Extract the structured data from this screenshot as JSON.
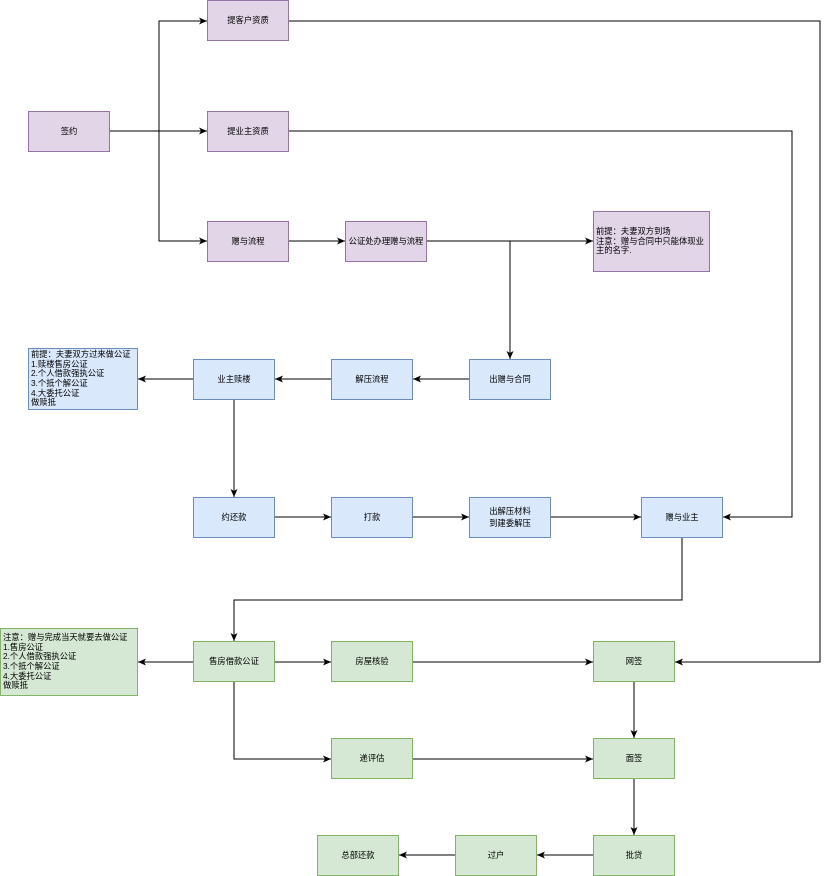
{
  "diagram": {
    "nodes": {
      "client_qualification": "提客户资质",
      "sign_contract": "签约",
      "owner_qualification": "提业主资质",
      "gift_process": "赠与流程",
      "notary_gift_process": "公证处办理赠与流程",
      "gift_contract": "出赠与合同",
      "release_process": "解压流程",
      "owner_redemption": "业主赎楼",
      "schedule_repayment": "约还款",
      "transfer_payment": "打款",
      "release_materials": "出解压材料\n到建委解压",
      "gift_to_owner": "赠与业主",
      "sale_loan_notarization": "售房借款公证",
      "house_verification": "房屋核验",
      "online_signing": "网签",
      "submit_appraisal": "递评估",
      "interview_signing": "面签",
      "loan_approval": "批贷",
      "title_transfer": "过户",
      "hq_repayment": "总部还款"
    },
    "notes": {
      "gift_note": [
        "前提：夫妻双方到场",
        "注意：赠与合同中只能体现业",
        "主的名字."
      ],
      "redemption_note": [
        "前提：夫妻双方过来做公证",
        "1.赎楼售房公证",
        "2.个人借款强执公证",
        "3.个抵个解公证",
        "4.大委托公证",
        "做赎抵"
      ],
      "notarization_note": [
        "注意：赠与完成当天就要去做公证",
        "1.售房公证",
        "2.个人借款强执公证",
        "3.个抵个解公证",
        "4.大委托公证",
        "做赎抵"
      ]
    }
  },
  "colors": {
    "stage_purple": {
      "fill": "#e1d5e7",
      "stroke": "#9673a6"
    },
    "stage_blue": {
      "fill": "#dae8fc",
      "stroke": "#6c8ebf"
    },
    "stage_green": {
      "fill": "#d5e8d4",
      "stroke": "#82b366"
    },
    "connector": "#000000"
  }
}
